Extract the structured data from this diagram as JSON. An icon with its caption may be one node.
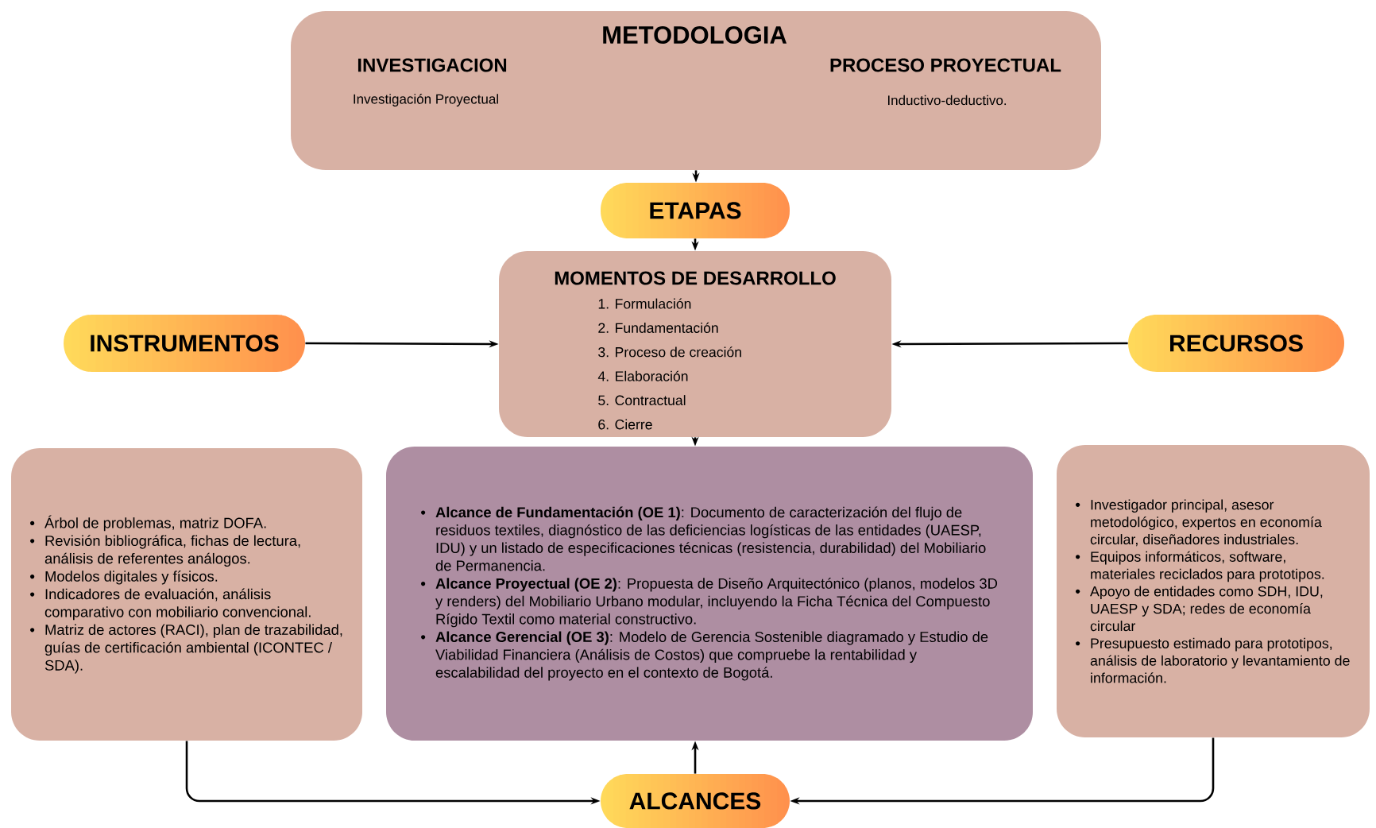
{
  "diagram": {
    "nodes": [
      {
        "text": [
          "METODOLOGIA",
          "INVESTIGACION",
          "Investigación Proyectual",
          "PROCESO PROYECTUAL",
          "Inductivo-deductivo."
        ]
      },
      {
        "text": [
          "ETAPAS"
        ]
      },
      {
        "text": [
          "MOMENTOS DE DESARROLLO",
          "1. Formulación",
          "2. Fundamentación",
          "3. Proceso de creación",
          "4. Elaboración",
          "5. Contractual",
          "6. Cierre"
        ]
      },
      {
        "text": [
          "INSTRUMENTOS"
        ]
      },
      {
        "text": [
          "RECURSOS"
        ]
      },
      {
        "text": [
          "Árbol de problemas, matriz DOFA.",
          "Revisión bibliográfica, fichas de lectura, análisis de referentes análogos.",
          "Modelos digitales y físicos.",
          "Indicadores de evaluación, análisis comparativo con mobiliario convencional.",
          "Matriz de actores (RACI), plan de trazabilidad, guías de certificación ambiental (ICONTEC / SDA)."
        ]
      },
      {
        "text": [
          "**Alcance de Fundamentación (OE 1)**: Documento de caracterización del flujo de residuos textiles, diagnóstico de las deficiencias logísticas de las entidades (UAESP, IDU) y un listado de especificaciones técnicas (resistencia, durabilidad) del Mobiliario de Permanencia.",
          "**Alcance Proyectual (OE 2)**: Propuesta de Diseño Arquitectónico (planos, modelos 3D y renders) del Mobiliario Urbano modular, incluyendo la Ficha Técnica del Compuesto Rígido Textil como material constructivo.",
          "**Alcance Gerencial (OE 3)**: Modelo de Gerencia Sostenible diagramado y Estudio de Viabilidad Financiera (Análisis de Costos) que compruebe la rentabilidad y escalabilidad del proyecto en el contexto de Bogotá."
        ]
      },
      {
        "text": [
          "Investigador principal, asesor metodológico, expertos en economía circular, diseñadores industriales.",
          "Equipos informáticos, software, materiales reciclados para prototipos.",
          "Apoyo de entidades como SDH, IDU, UAESP y SDA; redes de economía circular",
          "Presupuesto estimado para prototipos, análisis de laboratorio y levantamiento de información."
        ]
      },
      {
        "text": [
          "ALCANCES"
        ]
      }
    ],
    "edges": [
      {
        "from": 0,
        "to": 1,
        "arrow": "to"
      },
      {
        "from": 1,
        "to": 2,
        "arrow": "to"
      },
      {
        "from": 3,
        "to": 2,
        "arrow": "to"
      },
      {
        "from": 4,
        "to": 2,
        "arrow": "to"
      },
      {
        "from": 2,
        "to": 6,
        "arrow": "to"
      },
      {
        "from": 8,
        "to": 6,
        "arrow": "to"
      },
      {
        "from": 5,
        "to": 8,
        "arrow": "to"
      },
      {
        "from": 7,
        "to": 8,
        "arrow": "to"
      }
    ]
  }
}
